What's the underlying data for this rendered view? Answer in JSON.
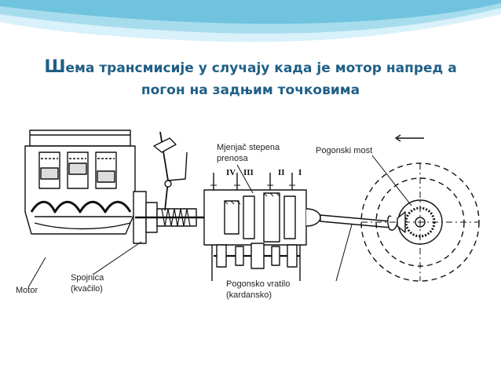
{
  "slide": {
    "title_first_letter": "Ш",
    "title_line1_rest": "ема трансмисије у случају када је мотор напред а",
    "title_line2": "погон на задњим точковима"
  },
  "theme": {
    "title_color": "#1f5f86",
    "wave_light": "#d9f1fa",
    "wave_mid": "#a7dced",
    "wave_dark": "#6fc3de",
    "line_color": "#111111"
  },
  "diagram": {
    "labels": {
      "menjac_line1": "Mjenjač stepena",
      "menjac_line2": "prenosa",
      "pogonski_most": "Pogonski most",
      "motor": "Motor",
      "spojnica_line1": "Spojnica",
      "spojnica_line2": "(kvačilo)",
      "pogonsko_line1": "Pogonsko vratilo",
      "pogonsko_line2": "(kardansko)"
    },
    "gears": [
      "IV",
      "III",
      "II",
      "I"
    ]
  }
}
